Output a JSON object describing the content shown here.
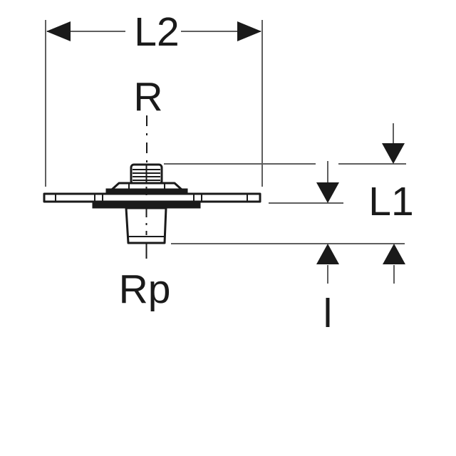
{
  "diagram": {
    "type": "technical-drawing",
    "subject": "pipe fitting with mounting flange, side elevation with dimension lines",
    "labels": {
      "overall_width": "L2",
      "male_thread": "R",
      "height": "L1",
      "female_thread": "Rp",
      "insertion_depth": "l"
    },
    "colors": {
      "background": "#ffffff",
      "outline": "#1a1a1a",
      "dimension_line": "#5f5f5f",
      "arrow_fill": "#1a1a1a",
      "text": "#1a1a1a"
    }
  }
}
